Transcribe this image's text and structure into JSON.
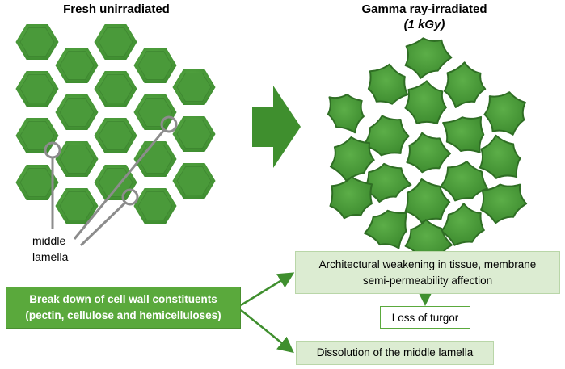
{
  "titles": {
    "left": "Fresh unirradiated",
    "right_line1": "Gamma ray-irradiated",
    "right_line2": "(1 kGy)"
  },
  "labels": {
    "middle": "middle",
    "lamella": "lamella"
  },
  "boxes": {
    "main_line1": "Break down of cell wall constituents",
    "main_line2": "(pectin, cellulose and hemicelluloses)",
    "arch_line1": "Architectural weakening in tissue, membrane",
    "arch_line2": "semi-permeability affection",
    "loss": "Loss of turgor",
    "dissolution": "Dissolution of the middle lamella"
  },
  "colors": {
    "cell_fill": "#4a9a3a",
    "cell_dark": "#2f6e24",
    "box_green": "#5aa93c",
    "box_light": "#dcecd2",
    "arrow": "#3f8f2e"
  }
}
